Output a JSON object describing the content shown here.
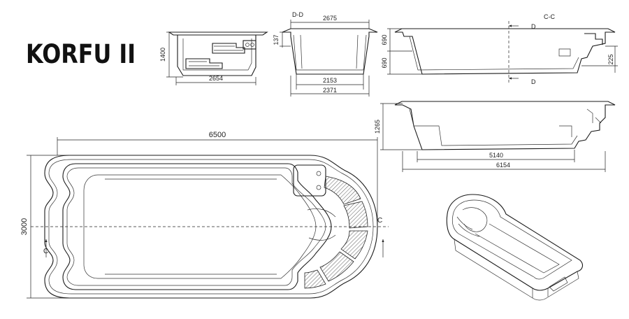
{
  "title": "KORFU II",
  "section_labels": {
    "dd": "D-D",
    "cc": "C-C",
    "d_top": "D",
    "d_bottom": "D",
    "c_left": "C",
    "c_right": "C"
  },
  "dimensions": {
    "side_height": "1400",
    "side_width": "2654",
    "dd_top_width": "2675",
    "dd_step": "137",
    "dd_bottom": "2153",
    "dd_total": "2371",
    "cc_top": "690",
    "cc_bottom": "690",
    "cc_step": "225",
    "long_height": "1265",
    "long_floor": "5140",
    "long_total": "6154",
    "plan_length": "6500",
    "plan_width": "3000"
  }
}
